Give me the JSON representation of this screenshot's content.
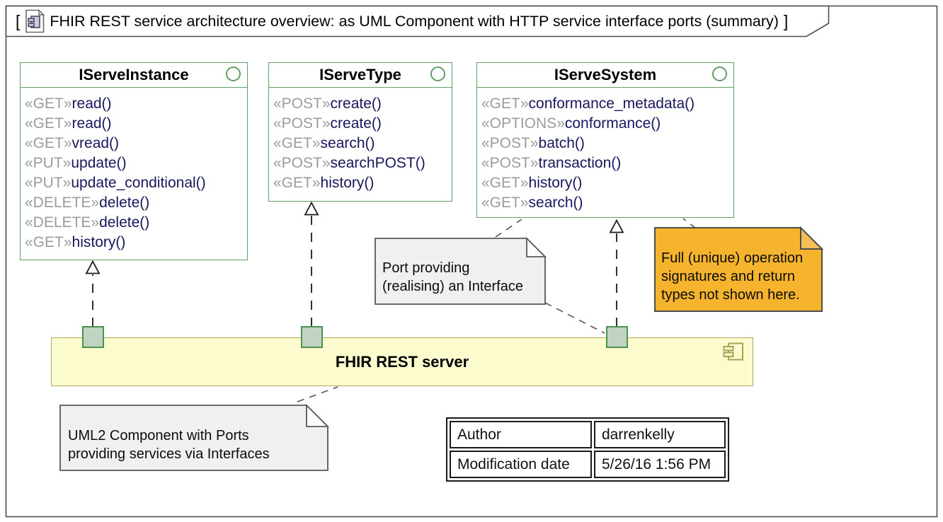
{
  "frame": {
    "bracket_open": "[",
    "title": "FHIR REST service architecture overview: as UML Component with HTTP service interface ports (summary)",
    "bracket_close": "]"
  },
  "interfaces": [
    {
      "name": "IServeInstance",
      "operations": [
        {
          "stereotype": "«GET»",
          "method": "read()"
        },
        {
          "stereotype": "«GET»",
          "method": "read()"
        },
        {
          "stereotype": "«GET»",
          "method": "vread()"
        },
        {
          "stereotype": "«PUT»",
          "method": "update()"
        },
        {
          "stereotype": "«PUT»",
          "method": "update_conditional()"
        },
        {
          "stereotype": "«DELETE»",
          "method": "delete()"
        },
        {
          "stereotype": "«DELETE»",
          "method": "delete()"
        },
        {
          "stereotype": "«GET»",
          "method": "history()"
        }
      ]
    },
    {
      "name": "IServeType",
      "operations": [
        {
          "stereotype": "«POST»",
          "method": "create()"
        },
        {
          "stereotype": "«POST»",
          "method": "create()"
        },
        {
          "stereotype": "«GET»",
          "method": "search()"
        },
        {
          "stereotype": "«POST»",
          "method": "searchPOST()"
        },
        {
          "stereotype": "«GET»",
          "method": "history()"
        }
      ]
    },
    {
      "name": "IServeSystem",
      "operations": [
        {
          "stereotype": "«GET»",
          "method": "conformance_metadata()"
        },
        {
          "stereotype": "«OPTIONS»",
          "method": "conformance()"
        },
        {
          "stereotype": "«POST»",
          "method": "batch()"
        },
        {
          "stereotype": "«POST»",
          "method": "transaction()"
        },
        {
          "stereotype": "«GET»",
          "method": "history()"
        },
        {
          "stereotype": "«GET»",
          "method": "search()"
        }
      ]
    }
  ],
  "component": {
    "label": "FHIR REST server"
  },
  "notes": [
    {
      "id": "port-note",
      "text": "Port providing\n(realising) an Interface",
      "style": "gray"
    },
    {
      "id": "signature-note",
      "text": "Full (unique) operation\nsignatures and return\ntypes not shown here.",
      "style": "orange"
    },
    {
      "id": "component-note",
      "text": "UML2 Component with Ports\nproviding services via Interfaces",
      "style": "gray"
    }
  ],
  "properties_table": {
    "rows": [
      {
        "label": "Author",
        "value": "darrenkelly"
      },
      {
        "label": "Modification date",
        "value": "5/26/16 1:56 PM"
      }
    ]
  },
  "icons": {
    "frame_icon": "component-diagram-icon",
    "component_icon": "uml-component-icon",
    "lollipop_icon": "provided-interface-ball-icon"
  },
  "colors": {
    "interface_border_green": "#5f9f63",
    "stereotype_gray": "#9b9b9b",
    "method_navy": "#17175e",
    "component_fill_yellow": "#fbfbce",
    "component_border_olive": "#b1ab5c",
    "port_fill_green": "#c1d4c2",
    "port_border_green": "#4c9152",
    "note_gray_fill": "#f0f0f0",
    "note_orange_fill": "#f5b32e",
    "frame_border_gray": "#4d4d4d"
  }
}
